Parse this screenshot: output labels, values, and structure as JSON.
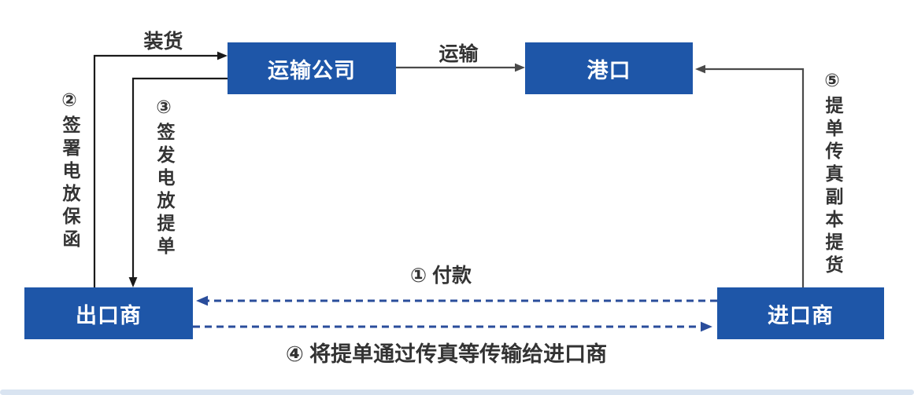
{
  "colors": {
    "box_blue": "#1e56a8",
    "box_text": "#ffffff",
    "line_dark": "#1a1a1a",
    "line_gray": "#4a4a4a",
    "dashed_blue": "#2a4d9b",
    "label_text": "#333333",
    "footer_bar": "#d9e4f1"
  },
  "nodes": {
    "transport_company": {
      "label": "运输公司"
    },
    "port": {
      "label": "港口"
    },
    "exporter": {
      "label": "出口商"
    },
    "importer": {
      "label": "进口商"
    }
  },
  "edge_labels": {
    "loading": "装货",
    "transport": "运输",
    "payment": "① 付款",
    "fax_bl": "④ 将提单通过传真等传输给进口商",
    "sign_guarantee": "②签署电放保函",
    "issue_bl": "③签发电放提单",
    "pickup": "⑤提单传真副本提货"
  }
}
